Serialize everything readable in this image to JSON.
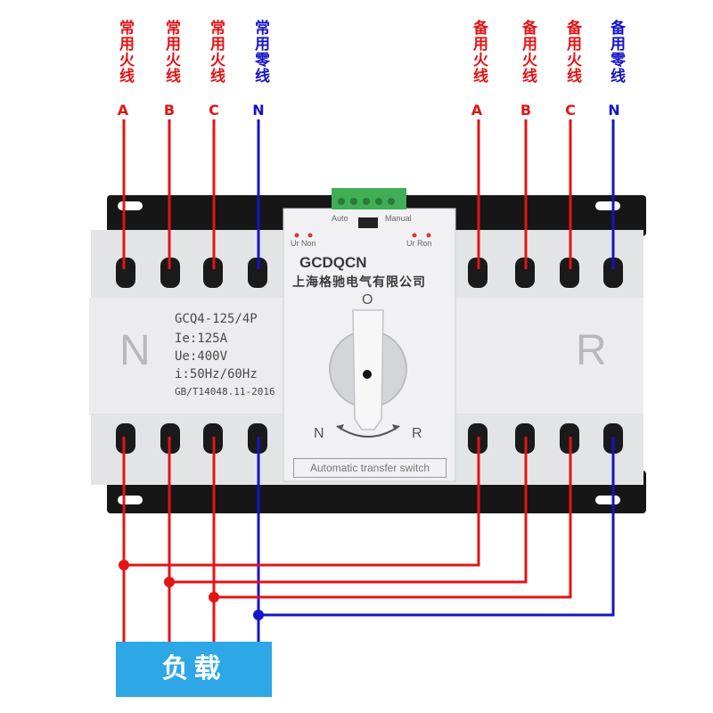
{
  "top_labels": {
    "normal": [
      {
        "text": "常用火线",
        "phase": "A",
        "color": "red"
      },
      {
        "text": "常用火线",
        "phase": "B",
        "color": "red"
      },
      {
        "text": "常用火线",
        "phase": "C",
        "color": "red"
      },
      {
        "text": "常用零线",
        "phase": "N",
        "color": "blue"
      }
    ],
    "backup": [
      {
        "text": "备用火线",
        "phase": "A",
        "color": "red"
      },
      {
        "text": "备用火线",
        "phase": "B",
        "color": "red"
      },
      {
        "text": "备用火线",
        "phase": "C",
        "color": "red"
      },
      {
        "text": "备用零线",
        "phase": "N",
        "color": "blue"
      }
    ]
  },
  "switch": {
    "brand": "GCDQCN",
    "company": "上海格驰电气有限公司",
    "model": "GCQ4-125/4P",
    "current": "Ie:125A",
    "voltage": "Ue:400V",
    "frequency": "i:50Hz/60Hz",
    "standard": "GB/T14048.11-2016",
    "left_letter": "N",
    "right_letter": "R",
    "mode_auto": "Auto",
    "mode_manual": "Manual",
    "indicator_left": "Ur  Non",
    "indicator_right": "Ur  Ron",
    "dial_zero": "O",
    "dial_n": "N",
    "dial_r": "R",
    "footer": "Automatic transfer switch"
  },
  "load_label": "负载",
  "colors": {
    "live": "#e31414",
    "neutral": "#1414c8",
    "load_box": "#2da7e6"
  }
}
